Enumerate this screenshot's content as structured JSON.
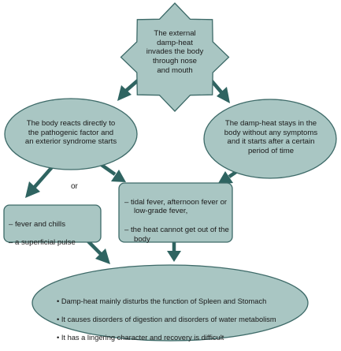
{
  "nodes": {
    "star": "The external\ndamp-heat\ninvades the body\nthrough nose\nand mouth",
    "left_ellipse": "The  body reacts directly to\nthe pathogenic factor and\nan exterior syndrome starts",
    "right_ellipse": "The damp-heat stays in the\nbody without any symptoms\nand it starts after a certain\nperiod of time",
    "or_label": "or",
    "left_box": [
      "–  fever and chills",
      "–  a superficial pulse"
    ],
    "middle_box": [
      "–  tidal fever,  afternoon fever or low-grade fever,",
      "–  the heat cannot get out of the body"
    ],
    "bottom_ellipse": [
      "• Damp-heat mainly disturbs the function of Spleen and Stomach",
      "• It causes disorders of digestion and disorders of water metabolism",
      "• It has a lingering character and recovery is difficult"
    ]
  },
  "colors": {
    "shape_fill": "#a9c6c3",
    "shape_stroke": "#3d6a68",
    "arrow": "#2f6461"
  }
}
